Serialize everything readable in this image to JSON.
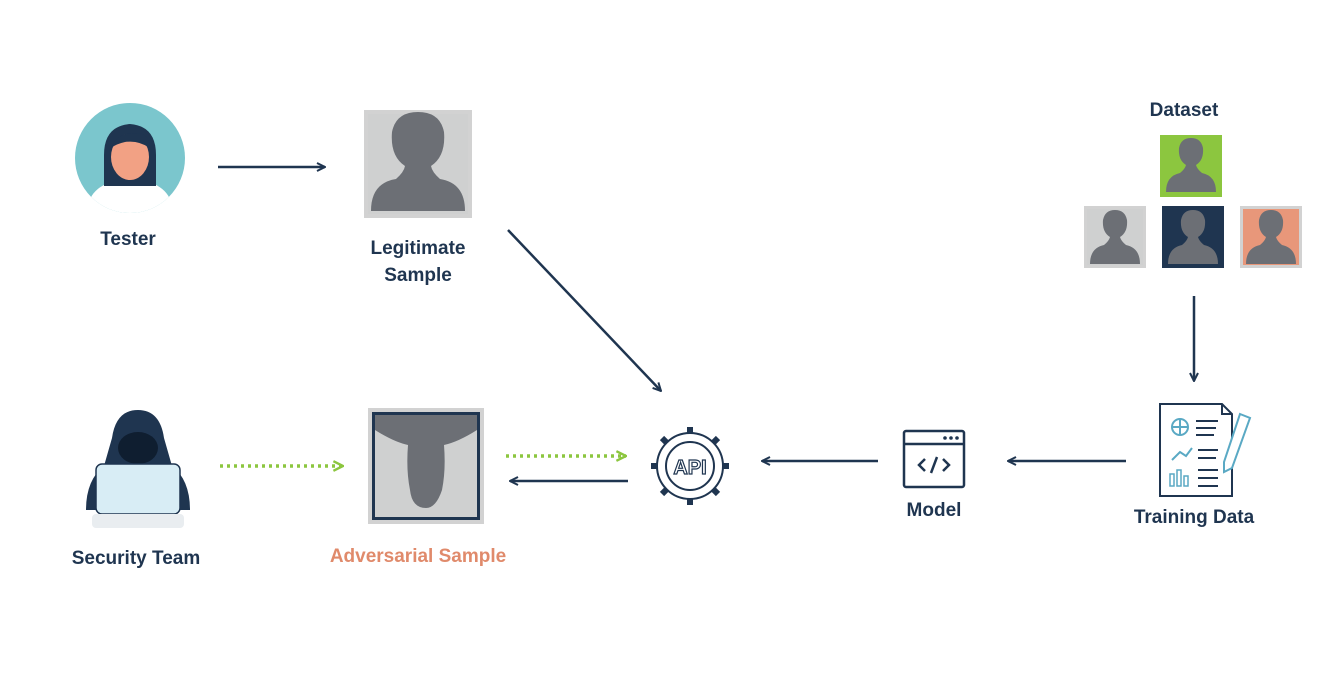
{
  "colors": {
    "navy": "#1f3550",
    "gray_frame": "#d2d2d2",
    "silhouette": "#6c6f75",
    "green": "#8cc63f",
    "salmon": "#e8977a",
    "teal": "#7bc6cd",
    "accent_text": "#e08a6b",
    "screen_blue": "#d8edf5"
  },
  "nodes": {
    "tester": {
      "label": "Tester",
      "icon": "tester-avatar-icon"
    },
    "security_team": {
      "label": "Security Team",
      "icon": "hooded-hacker-icon"
    },
    "legitimate_sample": {
      "label_line1": "Legitimate",
      "label_line2": "Sample",
      "icon": "person-photo-icon"
    },
    "adversarial_sample": {
      "label": "Adversarial Sample",
      "icon": "distorted-photo-icon"
    },
    "api": {
      "text": "API",
      "icon": "api-gear-icon"
    },
    "model": {
      "label": "Model",
      "icon": "code-window-icon"
    },
    "training_data": {
      "label": "Training Data",
      "icon": "document-pencil-icon"
    },
    "dataset": {
      "label": "Dataset",
      "icon": "person-photo-icon"
    }
  }
}
